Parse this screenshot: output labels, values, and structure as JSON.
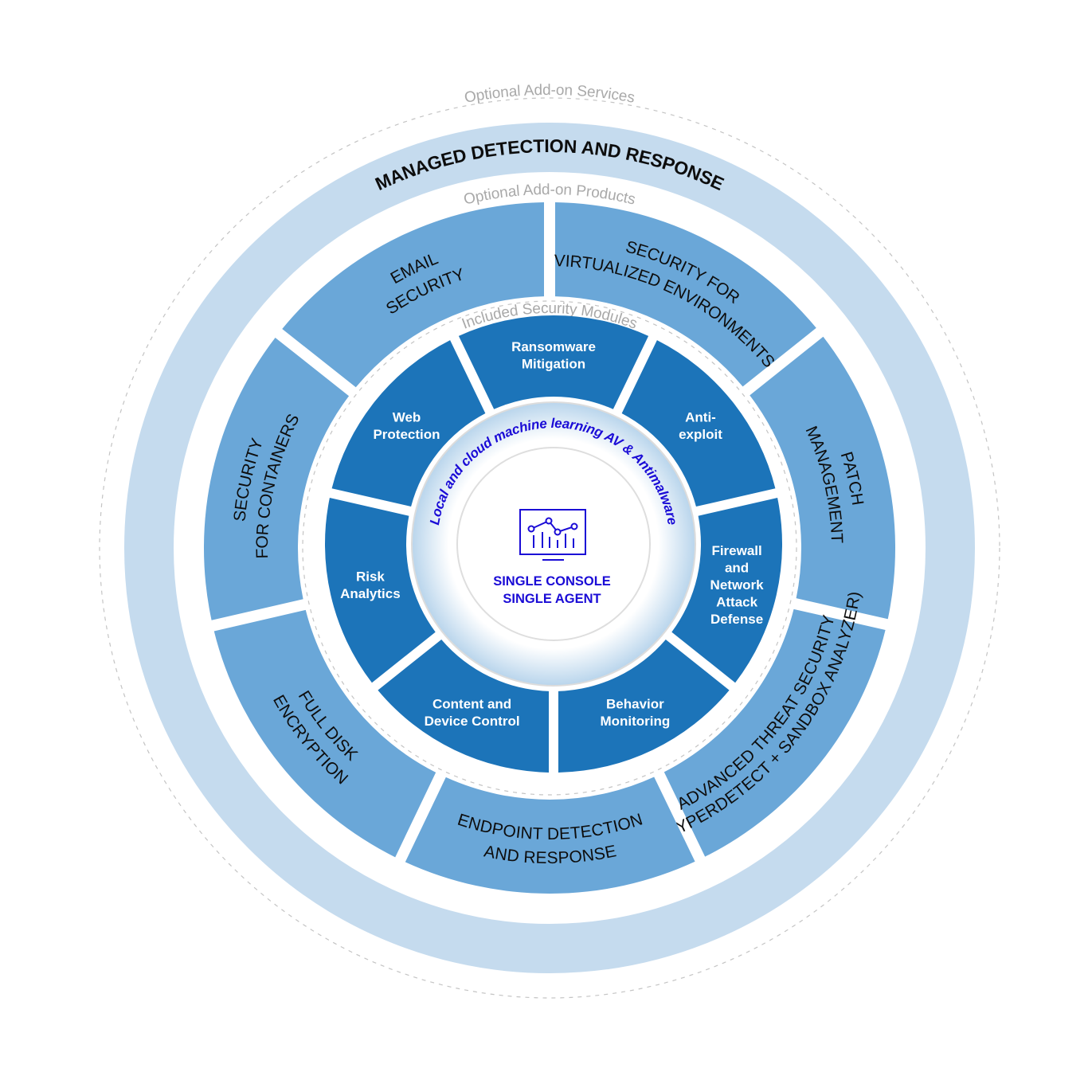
{
  "colors": {
    "outer_ring": "#c5dbee",
    "product_segment": "#6aa7d8",
    "module_segment": "#1c74b9",
    "dashed": "#c4c4c4",
    "center_text": "#1a0bd6",
    "segment_text": "#0d0d0d",
    "module_text": "#ffffff",
    "gray_text": "#a9a9a9"
  },
  "rings": {
    "services_label": "Optional Add-on Services",
    "mdr_label": "MANAGED DETECTION AND RESPONSE",
    "products_label": "Optional Add-on Products",
    "modules_label": "Included Security Modules",
    "core_label": "Local and cloud machine learning AV & Antimalware"
  },
  "center": {
    "icon": "monitor-chart-icon",
    "line1": "SINGLE CONSOLE",
    "line2": "SINGLE AGENT"
  },
  "products": [
    {
      "id": "security-for-virtualized-environments",
      "lines": [
        "SECURITY FOR",
        "VIRTUALIZED ENVIRONMENTS"
      ]
    },
    {
      "id": "patch-management",
      "lines": [
        "PATCH",
        "MANAGEMENT"
      ]
    },
    {
      "id": "advanced-threat-security",
      "lines": [
        "ADVANCED THREAT SECURITY",
        "(HYPERDETECT + SANDBOX ANALYZER)"
      ]
    },
    {
      "id": "endpoint-detection-and-response",
      "lines": [
        "ENDPOINT DETECTION",
        "AND RESPONSE"
      ]
    },
    {
      "id": "full-disk-encryption",
      "lines": [
        "FULL DISK",
        "ENCRYPTION"
      ]
    },
    {
      "id": "security-for-containers",
      "lines": [
        "SECURITY",
        "FOR CONTAINERS"
      ]
    },
    {
      "id": "email-security",
      "lines": [
        "EMAIL",
        "SECURITY"
      ]
    }
  ],
  "modules": [
    {
      "id": "ransomware-mitigation",
      "lines": [
        "Ransomware",
        "Mitigation"
      ]
    },
    {
      "id": "anti-exploit",
      "lines": [
        "Anti-",
        "exploit"
      ]
    },
    {
      "id": "firewall-and-network-attack-defense",
      "lines": [
        "Firewall",
        "and",
        "Network",
        "Attack",
        "Defense"
      ]
    },
    {
      "id": "behavior-monitoring",
      "lines": [
        "Behavior",
        "Monitoring"
      ]
    },
    {
      "id": "content-and-device-control",
      "lines": [
        "Content and",
        "Device Control"
      ]
    },
    {
      "id": "risk-analytics",
      "lines": [
        "Risk",
        "Analytics"
      ]
    },
    {
      "id": "web-protection",
      "lines": [
        "Web",
        "Protection"
      ]
    }
  ]
}
